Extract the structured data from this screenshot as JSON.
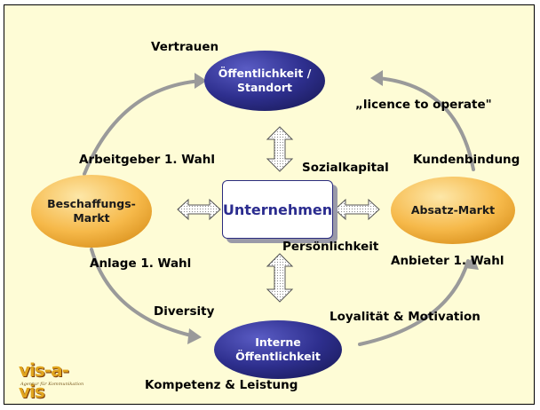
{
  "nodes": {
    "oeffentlichkeit": "Öffentlichkeit /\nStandort",
    "interne": "Interne\nÖffentlichkeit",
    "beschaffung": "Beschaffungs-\nMarkt",
    "absatz": "Absatz-Markt",
    "unternehmen": "Unternehmen"
  },
  "labels": {
    "vertrauen": "Vertrauen",
    "licence": "„licence to operate\"",
    "arbeitgeber": "Arbeitgeber 1. Wahl",
    "sozialkapital": "Sozialkapital",
    "kundenbindung": "Kundenbindung",
    "persoenlichkeit": "Persönlichkeit",
    "anlage": "Anlage 1. Wahl",
    "anbieter": "Anbieter 1. Wahl",
    "diversity": "Diversity",
    "loyalitaet": "Loyalität & Motivation",
    "kompetenz": "Kompetenz & Leistung"
  },
  "logo": {
    "word": "vis-a-vis",
    "tagline": "Agentur für Kommunikation"
  },
  "colors": {
    "background": "#fefcd6",
    "oval_blue": "#2e2f8e",
    "oval_orange": "#f6b94a",
    "arrows": "#9a9a9a",
    "center_border": "#2b2c7f"
  }
}
